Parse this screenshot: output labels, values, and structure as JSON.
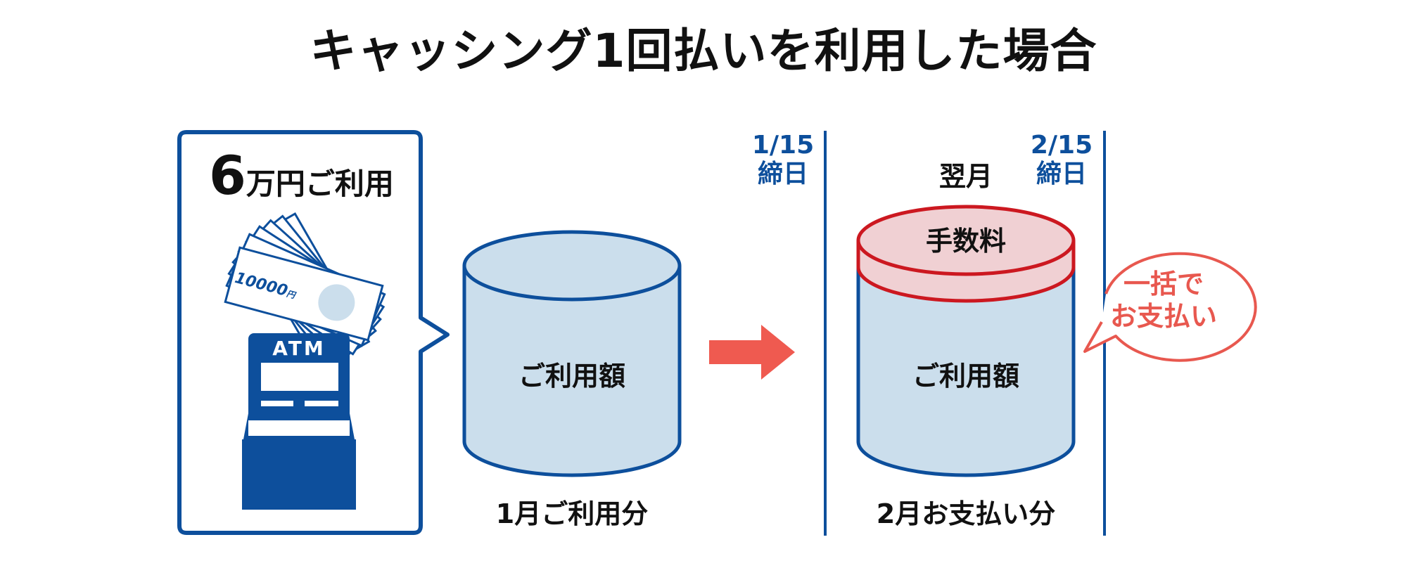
{
  "title": "キャッシング1回払いを利用した場合",
  "usage_box": {
    "amount_number": "6",
    "amount_suffix": "万円ご利用",
    "banknote_label": "10000",
    "banknote_unit": "円",
    "atm_label": "ATM"
  },
  "cylinder_left": {
    "body_label": "ご利用額",
    "caption": "1月ご利用分"
  },
  "cutoff_1": {
    "date": "1/15",
    "label": "締日"
  },
  "next_month_label": "翌月",
  "cutoff_2": {
    "date": "2/15",
    "label": "締日"
  },
  "cylinder_right": {
    "fee_label": "手数料",
    "body_label": "ご利用額",
    "caption": "2月お支払い分"
  },
  "bubble": {
    "line1": "一括で",
    "line2": "お支払い"
  },
  "colors": {
    "blue": "#0d4f9c",
    "cylinder_fill": "#cbdeec",
    "fee_fill": "#f0d0d3",
    "fee_stroke": "#cc1820",
    "accent_red": "#e8584f",
    "text": "#111111"
  }
}
